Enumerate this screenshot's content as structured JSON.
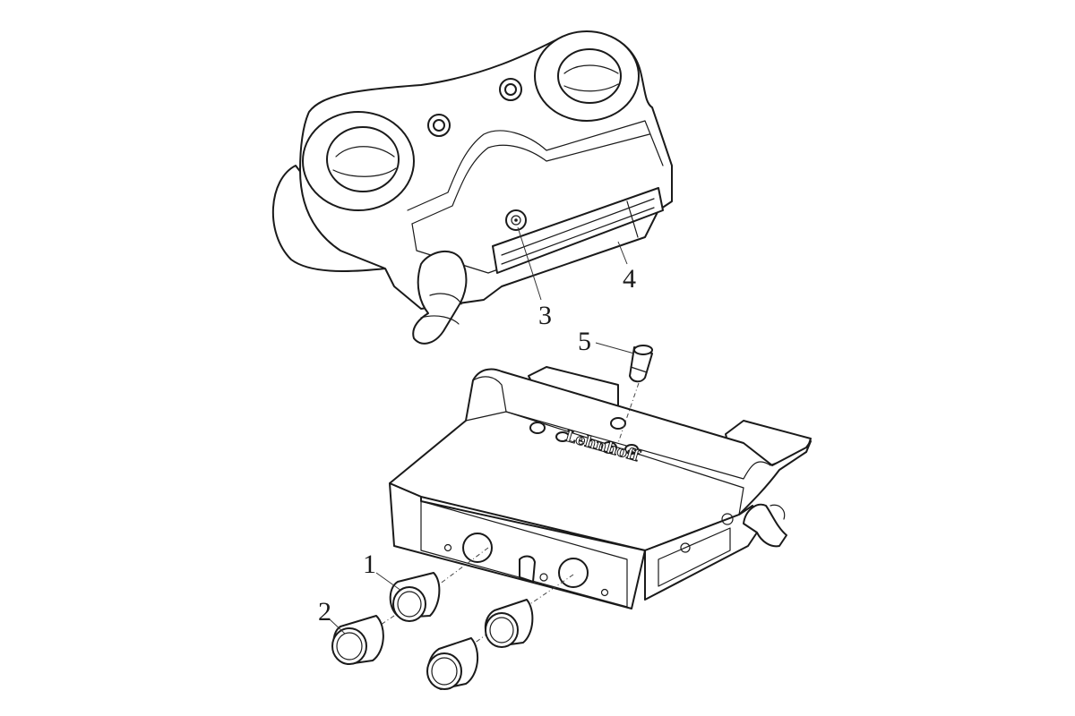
{
  "diagram": {
    "callouts": [
      "1",
      "2",
      "3",
      "4",
      "5"
    ],
    "logo_text": "Lehnhoff"
  }
}
